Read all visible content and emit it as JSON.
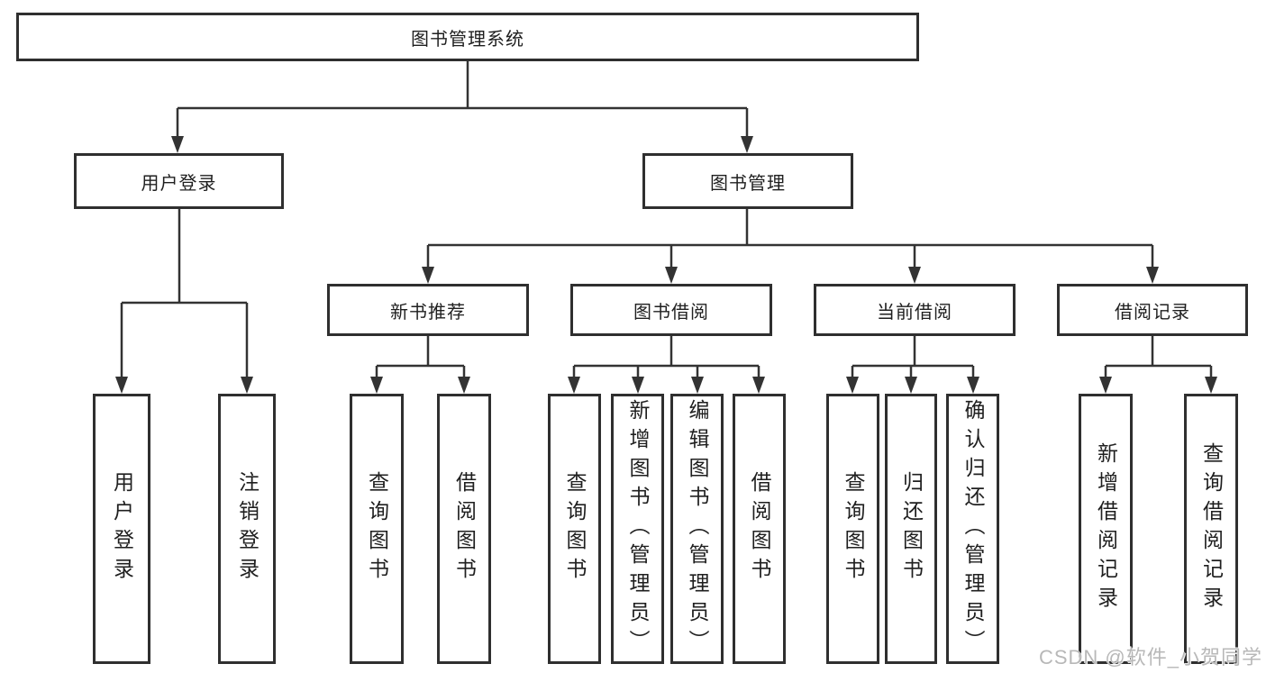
{
  "diagram": {
    "root": "图书管理系统",
    "level2": {
      "user_login": "用户登录",
      "book_mgmt": "图书管理"
    },
    "level3": {
      "new_book_rec": "新书推荐",
      "book_borrow": "图书借阅",
      "current_borrow": "当前借阅",
      "borrow_records": "借阅记录"
    },
    "leaves": {
      "user_login": "用户登录",
      "logout": "注销登录",
      "nbr_query_books": "查询图书",
      "nbr_borrow_books": "借阅图书",
      "bb_query_books": "查询图书",
      "bb_add_books_admin": "新增图书（管理员）",
      "bb_edit_books_admin": "编辑图书（管理员）",
      "bb_borrow_books": "借阅图书",
      "cb_query_books": "查询图书",
      "cb_return_books": "归还图书",
      "cb_confirm_return_admin": "确认归还（管理员）",
      "br_add_record": "新增借阅记录",
      "br_query_record": "查询借阅记录"
    }
  },
  "watermark": {
    "text": "CSDN @软件_小贺同学"
  },
  "colors": {
    "line": "#333333",
    "box_border": "#2f2f2f",
    "text": "#1f1f1f",
    "watermark": "#b8b8b8",
    "background": "#ffffff"
  }
}
